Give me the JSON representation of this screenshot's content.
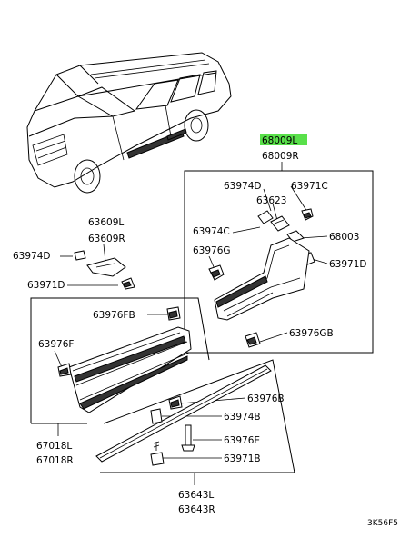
{
  "part_labels": {
    "p68009L": "68009L",
    "p68009R": "68009R",
    "p63974D_top": "63974D",
    "p63971C": "63971C",
    "p63623": "63623",
    "p63974C": "63974C",
    "p63976G": "63976G",
    "p68003": "68003",
    "p63971D_r": "63971D",
    "p63976GB": "63976GB",
    "p63609L": "63609L",
    "p63609R": "63609R",
    "p63974D_l": "63974D",
    "p63971D_l": "63971D",
    "p63976FB": "63976FB",
    "p63976F": "63976F",
    "p63976B": "63976B",
    "p63974B": "63974B",
    "p63976E": "63976E",
    "p63971B": "63971B",
    "p67018L": "67018L",
    "p67018R": "67018R",
    "p63643L": "63643L",
    "p63643R": "63643R"
  },
  "diagram_code": "3K56F5",
  "highlighted_part": "68009L",
  "colors": {
    "highlight": "#59e04a",
    "ink": "#000000"
  }
}
